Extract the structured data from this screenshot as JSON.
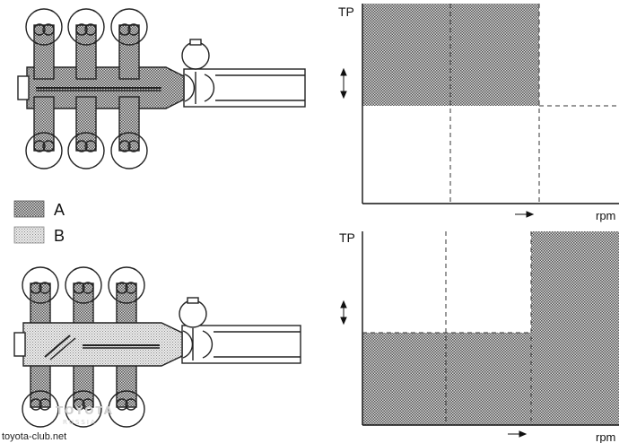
{
  "legend": {
    "a_label": "A",
    "b_label": "B"
  },
  "charts": {
    "top": {
      "y_label": "TP",
      "x_label": "rpm"
    },
    "bottom": {
      "y_label": "TP",
      "x_label": "rpm"
    }
  },
  "watermark": {
    "site": "toyota-club.net",
    "brand": "TOYOTA",
    "brand_sub": "RUSSIA"
  },
  "colors": {
    "hatch_dark": "#555555",
    "hatch_light": "#8a8a8a",
    "line": "#222222",
    "background": "#ffffff"
  }
}
